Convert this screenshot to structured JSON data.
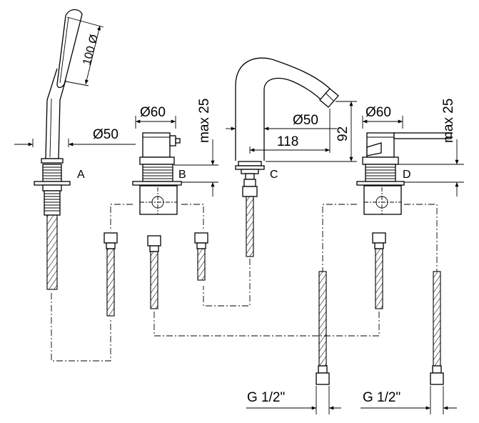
{
  "diagram": {
    "components": {
      "a": "A",
      "b": "B",
      "c": "C",
      "d": "D"
    },
    "dimensions": {
      "hand_shower_diameter": "100 Ø",
      "base_a_diameter": "Ø50",
      "tap_b_diameter": "Ø60",
      "tap_b_max": "max 25",
      "spout_diameter": "Ø50",
      "spout_reach": "118",
      "spout_height": "92",
      "tap_d_diameter": "Ø60",
      "tap_d_max": "max 25",
      "connection_left": "G 1/2\"",
      "connection_right": "G 1/2\""
    }
  }
}
